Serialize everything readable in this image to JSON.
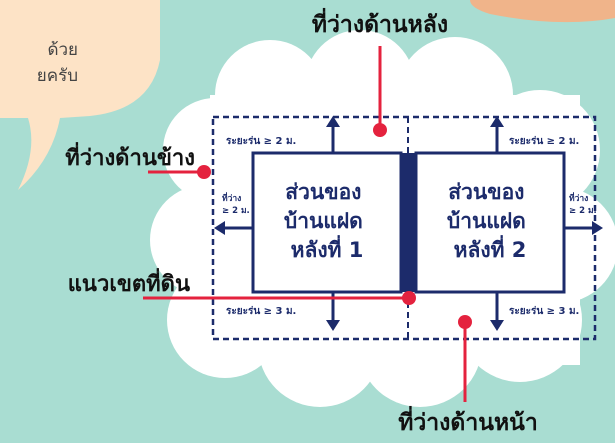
{
  "colors": {
    "background": "#a9ddd2",
    "cloud": "#ffffff",
    "speech_bubble": "#fde3c6",
    "top_right_blob": "#f0b48a",
    "navy": "#1c2b6b",
    "marker_red": "#e4223e",
    "text_dark": "#111111"
  },
  "speech_bubble": {
    "lines": [
      "ด้วย",
      "ยครับ"
    ]
  },
  "callouts": {
    "rear": "ที่ว่างด้านหลัง",
    "side": "ที่ว่างด้านข้าง",
    "boundary": "แนวเขตที่ดิน",
    "front": "ที่ว่างด้านหน้า"
  },
  "houses": [
    {
      "lines": [
        "ส่วนของ",
        "บ้านแฝด",
        "หลังที่ 1"
      ]
    },
    {
      "lines": [
        "ส่วนของ",
        "บ้านแฝด",
        "หลังที่ 2"
      ]
    }
  ],
  "distances": {
    "top_left": "ระยะร่น ≥ 2 ม.",
    "top_right": "ระยะร่น ≥ 2 ม.",
    "bottom_left": "ระยะร่น ≥ 3 ม.",
    "bottom_right": "ระยะร่น ≥ 3 ม.",
    "side_left": [
      "ที่ว่าง",
      "≥ 2 ม."
    ],
    "side_right": [
      "ที่ว่าง",
      "≥ 2 ม."
    ]
  }
}
